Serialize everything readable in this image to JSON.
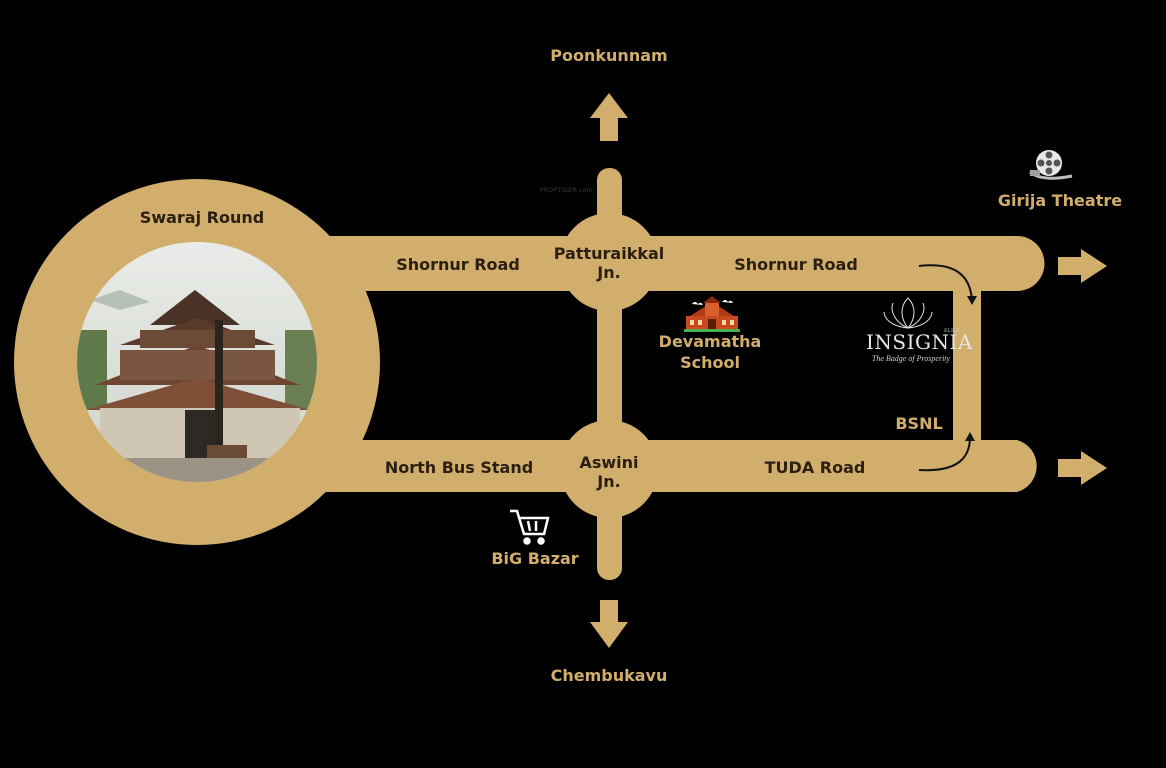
{
  "labels": {
    "poonkunnam": "Poonkunnam",
    "chembukavu": "Chembukavu",
    "swaraj_round": "Swaraj Round",
    "shornur_road_west": "Shornur Road",
    "shornur_road_east": "Shornur Road",
    "patturaikkal_line1": "Patturaikkal",
    "patturaikkal_line2": "Jn.",
    "aswini_line1": "Aswini",
    "aswini_line2": "Jn.",
    "north_bus_stand": "North Bus Stand",
    "tuda_road": "TUDA Road",
    "devamatha_line1": "Devamatha",
    "devamatha_line2": "School",
    "big_bazar": "BiG Bazar",
    "bsnl": "BSNL",
    "girija_theatre": "Girija Theatre",
    "watermark": "PROPTIGER.com"
  },
  "brand": {
    "name": "INSIGNIA",
    "elite": "ELITE",
    "tagline": "The Badge of Prosperity"
  },
  "icons": {
    "temple_photo": "temple-photo",
    "school": "school-icon",
    "cart": "shopping-cart-icon",
    "film_reel": "film-reel-icon",
    "lotus_logo": "lotus-logo-icon"
  },
  "colors": {
    "road": "#d2ae6d",
    "background": "#000000",
    "road_text": "#2a1f10",
    "label_text": "#d2ae6d"
  }
}
